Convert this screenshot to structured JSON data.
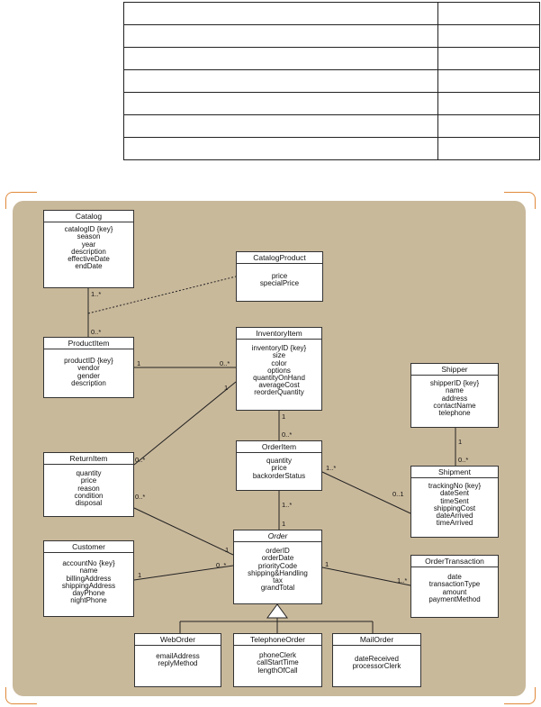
{
  "top_table": {
    "rows": 7,
    "cols": 2
  },
  "classes": [
    {
      "id": "catalog",
      "name": "Catalog",
      "italic": false,
      "attributes": [
        "catalogID {key}",
        "season",
        "year",
        "description",
        "effectiveDate",
        "endDate"
      ]
    },
    {
      "id": "catalogproduct",
      "name": "CatalogProduct",
      "italic": false,
      "attributes": [
        "price",
        "specialPrice"
      ]
    },
    {
      "id": "productitem",
      "name": "ProductItem",
      "italic": false,
      "attributes": [
        "productID {key}",
        "vendor",
        "gender",
        "description"
      ]
    },
    {
      "id": "inventoryitem",
      "name": "InventoryItem",
      "italic": false,
      "attributes": [
        "inventoryID {key}",
        "size",
        "color",
        "options",
        "quantityOnHand",
        "averageCost",
        "reorderQuantity"
      ]
    },
    {
      "id": "shipper",
      "name": "Shipper",
      "italic": false,
      "attributes": [
        "shipperID {key}",
        "name",
        "address",
        "contactName",
        "telephone"
      ]
    },
    {
      "id": "returnitem",
      "name": "ReturnItem",
      "italic": false,
      "attributes": [
        "quantity",
        "price",
        "reason",
        "condition",
        "disposal"
      ]
    },
    {
      "id": "orderitem",
      "name": "OrderItem",
      "italic": false,
      "attributes": [
        "quantity",
        "price",
        "backorderStatus"
      ]
    },
    {
      "id": "shipment",
      "name": "Shipment",
      "italic": false,
      "attributes": [
        "trackingNo {key}",
        "dateSent",
        "timeSent",
        "shippingCost",
        "dateArrived",
        "timeArrived"
      ]
    },
    {
      "id": "customer",
      "name": "Customer",
      "italic": false,
      "attributes": [
        "accountNo {key}",
        "name",
        "billingAddress",
        "shippingAddress",
        "dayPhone",
        "nightPhone"
      ]
    },
    {
      "id": "order",
      "name": "Order",
      "italic": true,
      "attributes": [
        "orderID",
        "orderDate",
        "priorityCode",
        "shipping&Handling",
        "tax",
        "grandTotal"
      ]
    },
    {
      "id": "ordertransaction",
      "name": "OrderTransaction",
      "italic": false,
      "attributes": [
        "date",
        "transactionType",
        "amount",
        "paymentMethod"
      ]
    },
    {
      "id": "weborder",
      "name": "WebOrder",
      "italic": false,
      "attributes": [
        "emailAddress",
        "replyMethod"
      ]
    },
    {
      "id": "telephoneorder",
      "name": "TelephoneOrder",
      "italic": false,
      "attributes": [
        "phoneClerk",
        "callStartTime",
        "lengthOfCall"
      ]
    },
    {
      "id": "mailorder",
      "name": "MailOrder",
      "italic": false,
      "attributes": [
        "dateReceived",
        "processorClerk"
      ]
    }
  ],
  "multiplicities": [
    "1..*",
    "0..*",
    "1",
    "0..*",
    "1",
    "0..*",
    "1",
    "0..*",
    "0..*",
    "1",
    "1..*",
    "0..1",
    "1..*",
    "1",
    "1",
    "0..*",
    "1",
    "1..*",
    "1",
    "0..*"
  ],
  "associations": [
    {
      "from": "catalog",
      "to": "productitem"
    },
    {
      "from": "productitem",
      "to": "inventoryitem"
    },
    {
      "from": "inventoryitem",
      "to": "orderitem"
    },
    {
      "from": "inventoryitem",
      "to": "returnitem"
    },
    {
      "from": "shipper",
      "to": "shipment"
    },
    {
      "from": "orderitem",
      "to": "shipment"
    },
    {
      "from": "orderitem",
      "to": "order"
    },
    {
      "from": "returnitem",
      "to": "order"
    },
    {
      "from": "customer",
      "to": "order"
    },
    {
      "from": "order",
      "to": "ordertransaction"
    }
  ],
  "association_classes": [
    {
      "class": "catalogproduct",
      "on": "catalog-productitem"
    }
  ],
  "generalization": {
    "parent": "order",
    "children": [
      "weborder",
      "telephoneorder",
      "mailorder"
    ]
  }
}
